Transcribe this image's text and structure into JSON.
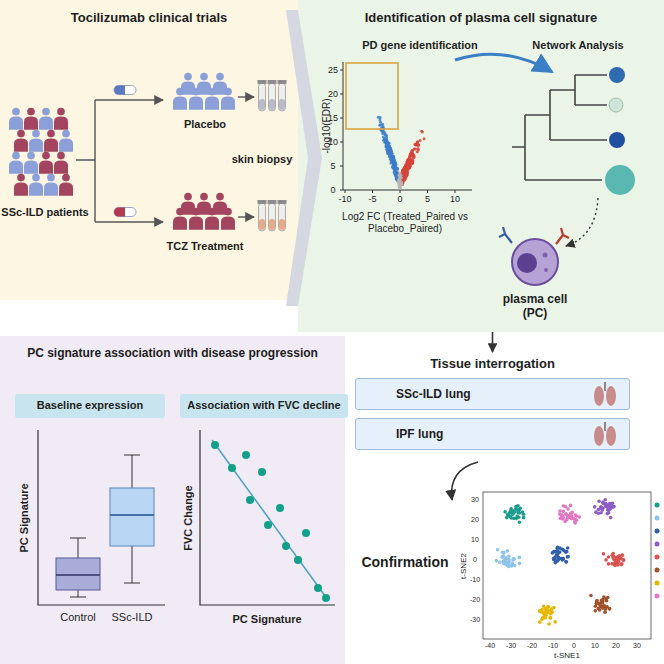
{
  "diagram": {
    "nodes": [
      {
        "text": [
          "Tocilizumab clinical trials"
        ]
      },
      {
        "text": [
          "Identification of plasma cell signature"
        ]
      },
      {
        "text": [
          "PC signature association with disease progression"
        ]
      },
      {
        "text": [
          "Baseline expression"
        ],
        "in": 2
      },
      {
        "text": [
          "Association with FVC decline"
        ],
        "in": 2
      },
      {
        "text": [
          "Tissue interrogation"
        ]
      },
      {
        "text": [
          "SSc-ILD lung"
        ],
        "in": 5
      },
      {
        "text": [
          "IPF lung"
        ],
        "in": 5
      }
    ],
    "edges": [
      {
        "from": 1,
        "to": 5,
        "arrow": "to"
      }
    ],
    "labels": [
      "SSc-ILD patients",
      "Placebo",
      "TCZ Treatment",
      "skin biopsy",
      "PD gene identification",
      "Network Analysis",
      "-log10(FDR)",
      "25",
      "20",
      "15",
      "10",
      "5",
      "0",
      "-10",
      "-5",
      "0",
      "5",
      "10",
      "Log2 FC (Treated_Paired vs Placebo_Paired)",
      "plasma cell (PC)",
      "PC Signature",
      "Control",
      "SSc-ILD",
      "FVC Change",
      "PC Signature",
      "Confirmation",
      "t-SNE2",
      "t-SNE1",
      "-40",
      "-30",
      "-20",
      "-10",
      "0",
      "10",
      "20",
      "30",
      "30",
      "20",
      "10",
      "0",
      "-10",
      "-20",
      "-30"
    ]
  }
}
